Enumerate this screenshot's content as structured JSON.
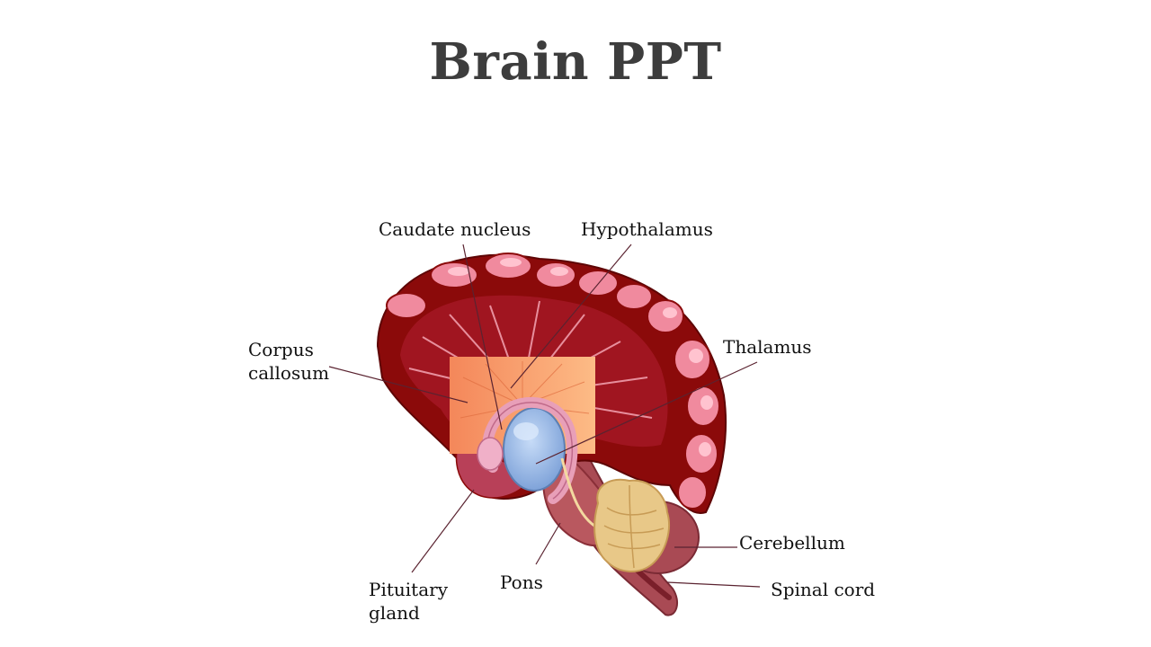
{
  "slide": {
    "title": "Brain PPT"
  },
  "labels": {
    "caudate_nucleus": "Caudate nucleus",
    "hypothalamus": "Hypothalamus",
    "corpus_callosum_line1": "Corpus",
    "corpus_callosum_line2": "callosum",
    "thalamus": "Thalamus",
    "cerebellum": "Cerebellum",
    "spinal_cord": "Spinal cord",
    "pituitary_line1": "Pituitary",
    "pituitary_line2": "gland",
    "pons": "Pons"
  },
  "colors": {
    "cortex_dark": "#8b0a0a",
    "cortex_gyri": "#f08a9e",
    "cortex_highlight": "#ffc3cf",
    "inner_region": "#f4875a",
    "thalamus_blue": "#8fb3e6",
    "cerebellum_tan": "#e8c888",
    "brainstem": "#a94a54",
    "leader_line": "#5a2330",
    "title_text": "#3d3d3d"
  }
}
